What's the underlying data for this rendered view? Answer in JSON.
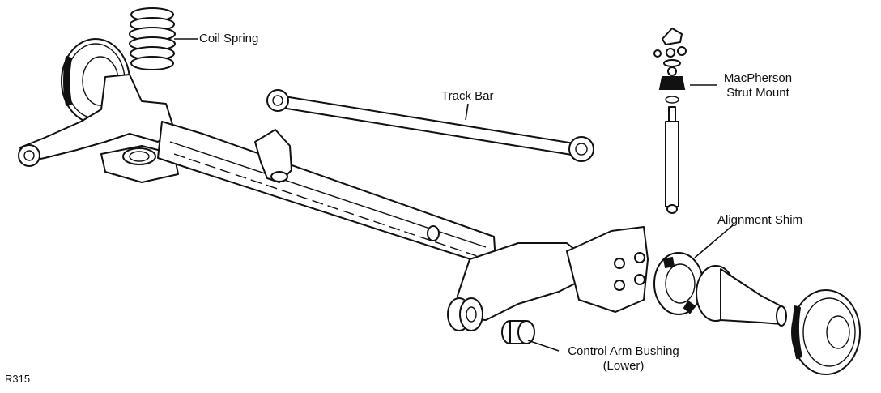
{
  "labels": {
    "coil_spring": "Coil Spring",
    "track_bar": "Track Bar",
    "strut_mount_line1": "MacPherson",
    "strut_mount_line2": "Strut Mount",
    "alignment_shim": "Alignment Shim",
    "bushing_line1": "Control Arm Bushing",
    "bushing_line2": "(Lower)"
  },
  "figure_ref": "R315"
}
